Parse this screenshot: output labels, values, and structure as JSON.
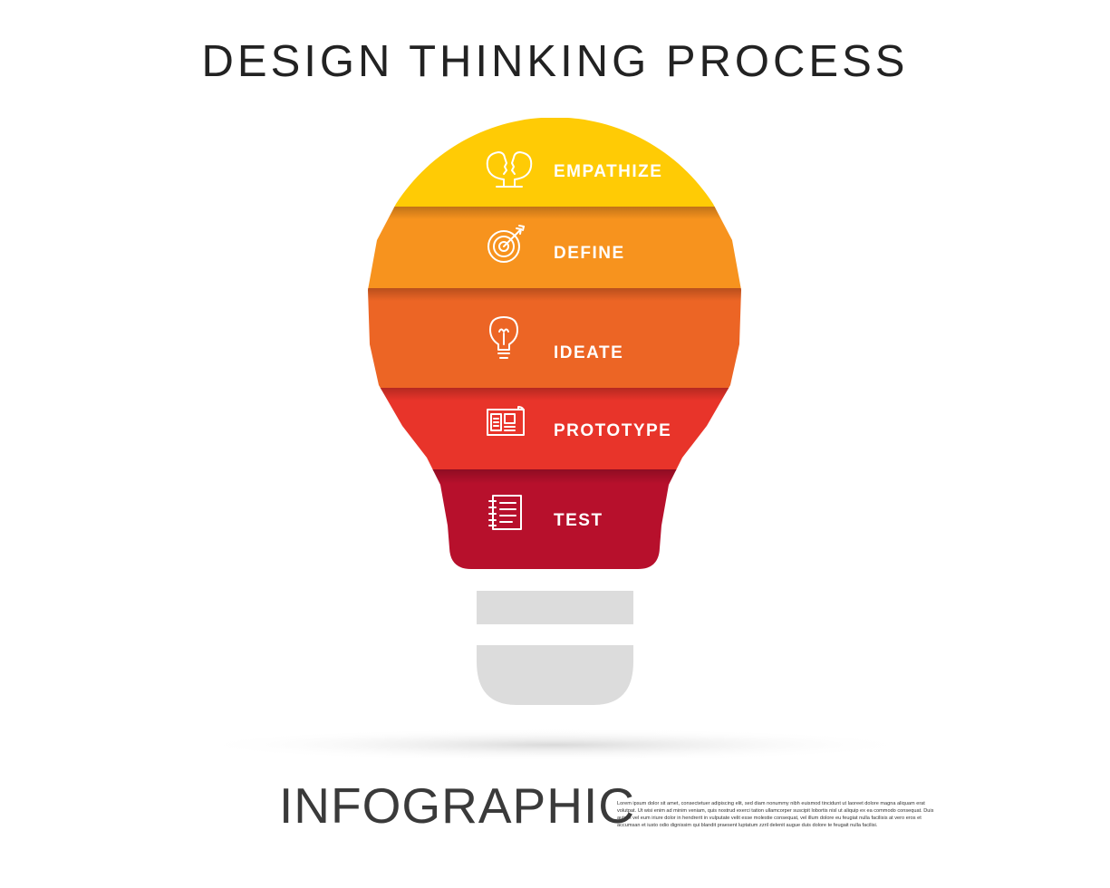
{
  "title": "DESIGN THINKING PROCESS",
  "steps": [
    {
      "label": "EMPATHIZE",
      "icon": "empathy-heads-icon",
      "color": "#FFCB05"
    },
    {
      "label": "DEFINE",
      "icon": "target-icon",
      "color": "#F7931E"
    },
    {
      "label": "IDEATE",
      "icon": "lightbulb-icon",
      "color": "#EC6525"
    },
    {
      "label": "PROTOTYPE",
      "icon": "blueprint-icon",
      "color": "#E8342A"
    },
    {
      "label": "TEST",
      "icon": "notebook-icon",
      "color": "#B7102C"
    }
  ],
  "base_color": "#DCDCDC",
  "footer": {
    "title": "INFOGRAPHIC",
    "body": "Lorem ipsum dolor sit amet, consectetuer adipiscing elit, sed diam nonummy nibh euismod tincidunt ut laoreet dolore magna aliquam erat volutpat. Ut wisi enim ad minim veniam, quis nostrud exerci tation ullamcorper suscipit lobortis nisl ut aliquip ex ea commodo consequat. Duis autem vel eum iriure dolor in hendrerit in vulputate velit esse molestie consequat, vel illum dolore eu feugiat nulla facilisis at vero eros et accumsan et iusto odio dignissim qui blandit praesent luptatum zzril delenit augue duis dolore te feugait nulla facilisi."
  }
}
